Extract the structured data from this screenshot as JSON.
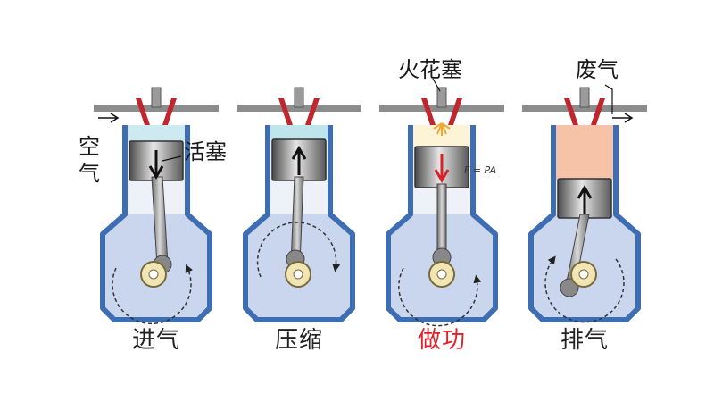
{
  "labels": {
    "air_line1": "空",
    "air_line2": "气",
    "piston": "活塞",
    "spark_plug": "火花塞",
    "exhaust": "废气",
    "formula": "F = PA"
  },
  "strokes": [
    {
      "name": "进气",
      "color": "#222222"
    },
    {
      "name": "压缩",
      "color": "#222222"
    },
    {
      "name": "做功",
      "color": "#e0232b"
    },
    {
      "name": "排气",
      "color": "#222222"
    }
  ],
  "colors": {
    "cylinder_wall": "#3d6eb3",
    "crankcase_fill": "#c9d6ee",
    "intake_gas": "#cdeaf1",
    "compressed_gas": "#bfe4ea",
    "combustion_gas": "#fdf3d6",
    "exhaust_gas": "#f6c2a8",
    "valve": "#c0272d",
    "arrow_red": "#d8232a"
  }
}
